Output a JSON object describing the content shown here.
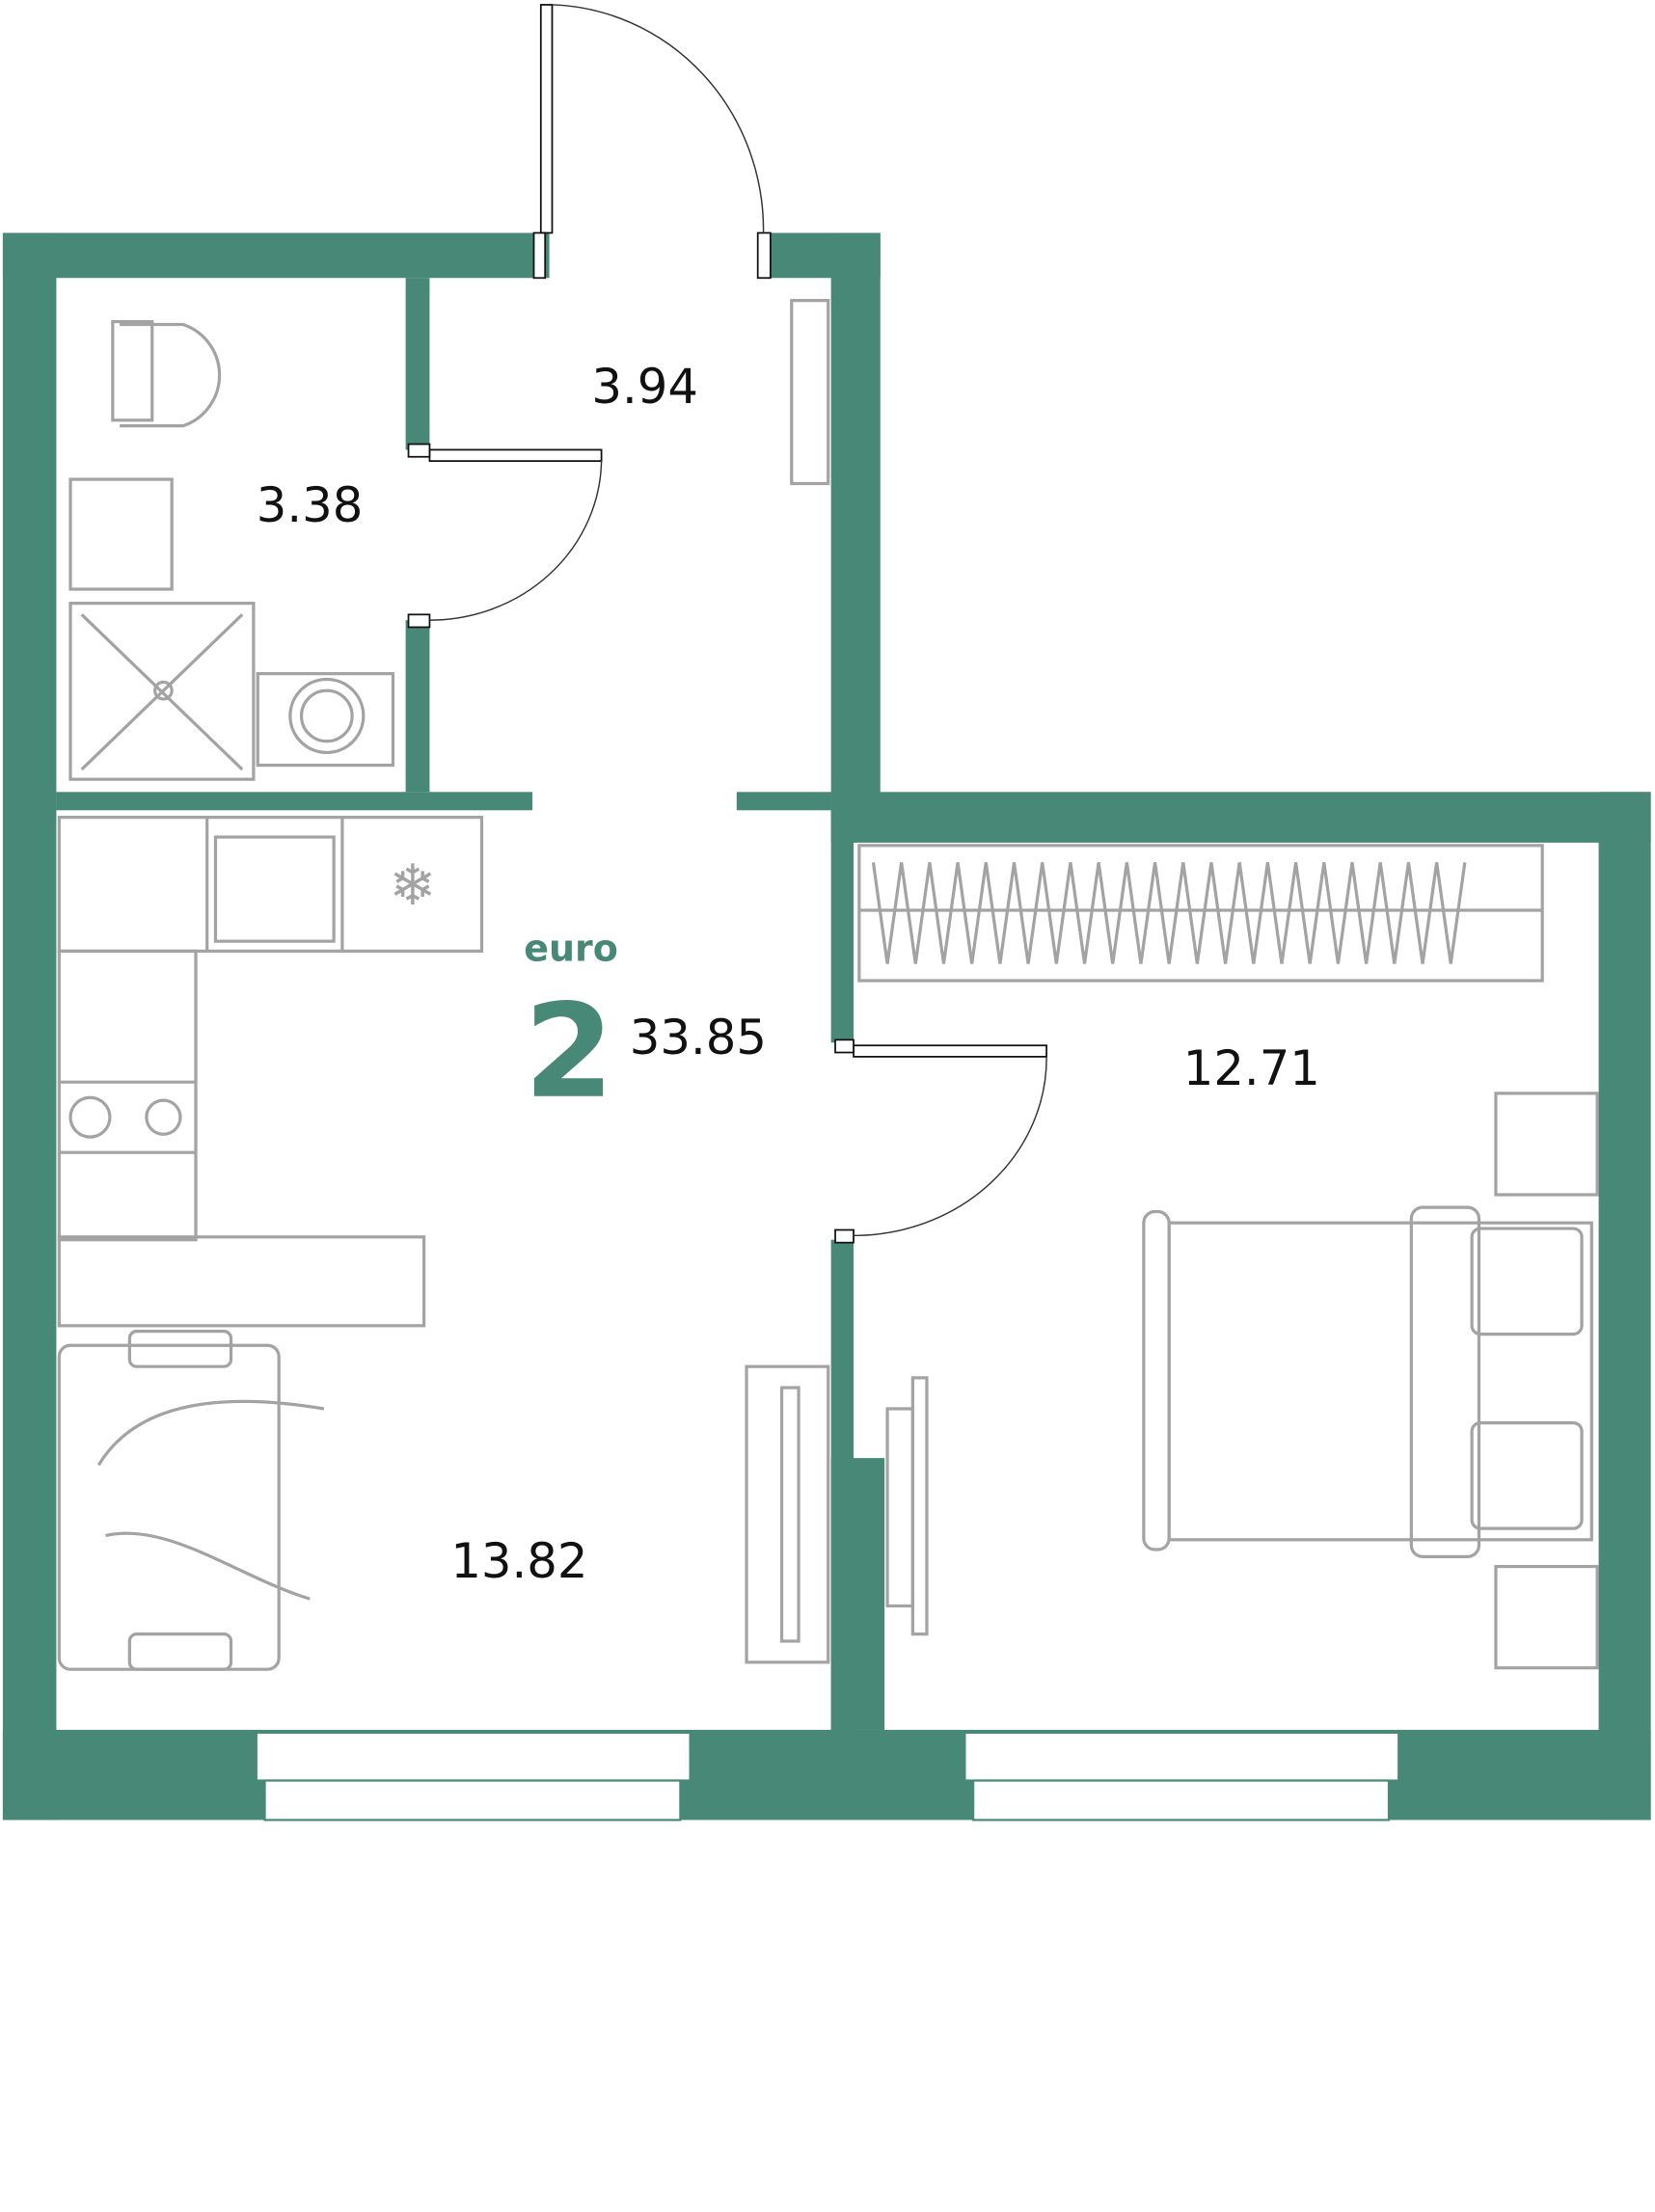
{
  "plan": {
    "class_label": "euro",
    "rooms_count": "2",
    "total_area": "33.85",
    "wall_color": "#488876"
  },
  "rooms": {
    "bathroom": "3.38",
    "hallway": "3.94",
    "living_kitchen": "13.82",
    "bedroom": "12.71"
  }
}
